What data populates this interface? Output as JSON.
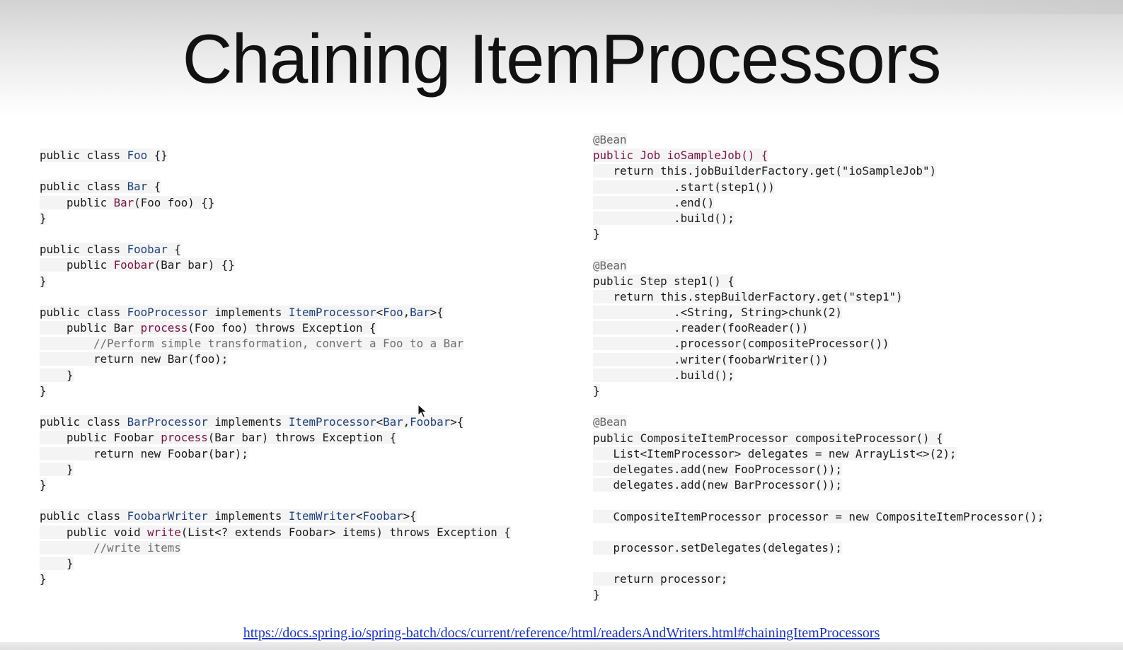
{
  "slide": {
    "title": "Chaining ItemProcessors",
    "link": "https://docs.spring.io/spring-batch/docs/current/reference/html/readersAndWriters.html#chainingItemProcessors"
  },
  "colors": {
    "type": "#1d3f7a",
    "method": "#7a1040",
    "annotation": "#666666",
    "comment": "#6e6e6e",
    "link": "#1a33c8"
  },
  "code_left": [
    [
      [
        "plain",
        "public class "
      ],
      [
        "type",
        "Foo"
      ],
      [
        "plain",
        " {}"
      ]
    ],
    [],
    [
      [
        "plain",
        "public class "
      ],
      [
        "type",
        "Bar"
      ],
      [
        "plain",
        " {"
      ]
    ],
    [
      [
        "plain",
        "    public "
      ],
      [
        "method",
        "Bar"
      ],
      [
        "plain",
        "(Foo foo) {}"
      ]
    ],
    [
      [
        "plain",
        "}"
      ]
    ],
    [],
    [
      [
        "plain",
        "public class "
      ],
      [
        "type",
        "Foobar"
      ],
      [
        "plain",
        " {"
      ]
    ],
    [
      [
        "plain",
        "    public "
      ],
      [
        "method",
        "Foobar"
      ],
      [
        "plain",
        "(Bar bar) {}"
      ]
    ],
    [
      [
        "plain",
        "}"
      ]
    ],
    [],
    [
      [
        "plain",
        "public class "
      ],
      [
        "type",
        "FooProcessor"
      ],
      [
        "plain",
        " implements "
      ],
      [
        "type",
        "ItemProcessor"
      ],
      [
        "plain",
        "<"
      ],
      [
        "type",
        "Foo"
      ],
      [
        "plain",
        ","
      ],
      [
        "type",
        "Bar"
      ],
      [
        "plain",
        ">{"
      ]
    ],
    [
      [
        "plain",
        "    public Bar "
      ],
      [
        "method",
        "process"
      ],
      [
        "plain",
        "(Foo foo) throws Exception {"
      ]
    ],
    [
      [
        "comment",
        "        //Perform simple transformation, convert a Foo to a Bar"
      ]
    ],
    [
      [
        "plain",
        "        return new Bar(foo);"
      ]
    ],
    [
      [
        "plain",
        "    }"
      ]
    ],
    [
      [
        "plain",
        "}"
      ]
    ],
    [],
    [
      [
        "plain",
        "public class "
      ],
      [
        "type",
        "BarProcessor"
      ],
      [
        "plain",
        " implements "
      ],
      [
        "type",
        "ItemProcessor"
      ],
      [
        "plain",
        "<"
      ],
      [
        "type",
        "Bar"
      ],
      [
        "plain",
        ","
      ],
      [
        "type",
        "Foobar"
      ],
      [
        "plain",
        ">{"
      ]
    ],
    [
      [
        "plain",
        "    public Foobar "
      ],
      [
        "method",
        "process"
      ],
      [
        "plain",
        "(Bar bar) throws Exception {"
      ]
    ],
    [
      [
        "plain",
        "        return new Foobar(bar);"
      ]
    ],
    [
      [
        "plain",
        "    }"
      ]
    ],
    [
      [
        "plain",
        "}"
      ]
    ],
    [],
    [
      [
        "plain",
        "public class "
      ],
      [
        "type",
        "FoobarWriter"
      ],
      [
        "plain",
        " implements "
      ],
      [
        "type",
        "ItemWriter"
      ],
      [
        "plain",
        "<"
      ],
      [
        "type",
        "Foobar"
      ],
      [
        "plain",
        ">{"
      ]
    ],
    [
      [
        "plain",
        "    public void "
      ],
      [
        "method",
        "write"
      ],
      [
        "plain",
        "(List<? extends Foobar> items) throws Exception {"
      ]
    ],
    [
      [
        "comment",
        "        //write items"
      ]
    ],
    [
      [
        "plain",
        "    }"
      ]
    ],
    [
      [
        "plain",
        "}"
      ]
    ]
  ],
  "code_right": [
    [
      [
        "anno",
        "@Bean"
      ]
    ],
    [
      [
        "method",
        "public Job ioSampleJob() {"
      ]
    ],
    [
      [
        "plain",
        "   return this.jobBuilderFactory.get(\"ioSampleJob\")"
      ]
    ],
    [
      [
        "plain",
        "            .start(step1())"
      ]
    ],
    [
      [
        "plain",
        "            .end()"
      ]
    ],
    [
      [
        "plain",
        "            .build();"
      ]
    ],
    [
      [
        "plain",
        "}"
      ]
    ],
    [],
    [
      [
        "anno",
        "@Bean"
      ]
    ],
    [
      [
        "plain",
        "public Step step1() {"
      ]
    ],
    [
      [
        "plain",
        "   return this.stepBuilderFactory.get(\"step1\")"
      ]
    ],
    [
      [
        "plain",
        "            .<String, String>chunk(2)"
      ]
    ],
    [
      [
        "plain",
        "            .reader(fooReader())"
      ]
    ],
    [
      [
        "plain",
        "            .processor(compositeProcessor())"
      ]
    ],
    [
      [
        "plain",
        "            .writer(foobarWriter())"
      ]
    ],
    [
      [
        "plain",
        "            .build();"
      ]
    ],
    [
      [
        "plain",
        "}"
      ]
    ],
    [],
    [
      [
        "anno",
        "@Bean"
      ]
    ],
    [
      [
        "plain",
        "public CompositeItemProcessor compositeProcessor() {"
      ]
    ],
    [
      [
        "plain",
        "   List<ItemProcessor> delegates = new ArrayList<>(2);"
      ]
    ],
    [
      [
        "plain",
        "   delegates.add(new FooProcessor());"
      ]
    ],
    [
      [
        "plain",
        "   delegates.add(new BarProcessor());"
      ]
    ],
    [],
    [
      [
        "plain",
        "   CompositeItemProcessor processor = new CompositeItemProcessor();"
      ]
    ],
    [],
    [
      [
        "plain",
        "   processor.setDelegates(delegates);"
      ]
    ],
    [],
    [
      [
        "plain",
        "   return processor;"
      ]
    ],
    [
      [
        "plain",
        "}"
      ]
    ]
  ]
}
